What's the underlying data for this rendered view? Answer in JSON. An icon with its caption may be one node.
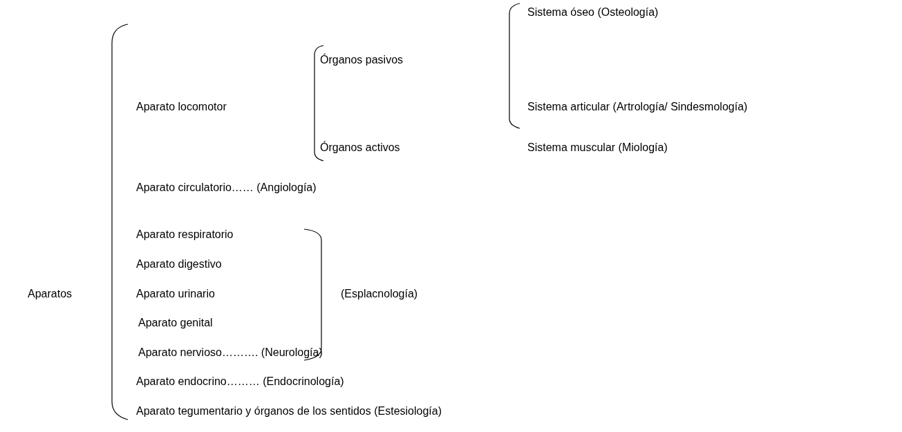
{
  "diagram": {
    "labels": [
      "Sistema óseo (Osteología)",
      "Órganos pasivos",
      "Aparato locomotor",
      "Sistema articular (Artrología/ Sindesmología)",
      "Órganos activos",
      "Sistema muscular (Miología)",
      "Aparato circulatorio…… (Angiología)",
      "Aparato respiratorio",
      "Aparato digestivo",
      "Aparatos",
      "Aparato urinario",
      "(Esplacnología)",
      "Aparato genital",
      "Aparato nervioso………. (Neurología)",
      "Aparato endocrino……… (Endocrinología)",
      "Aparato tegumentario y órganos de los sentidos (Estesiología)"
    ]
  }
}
